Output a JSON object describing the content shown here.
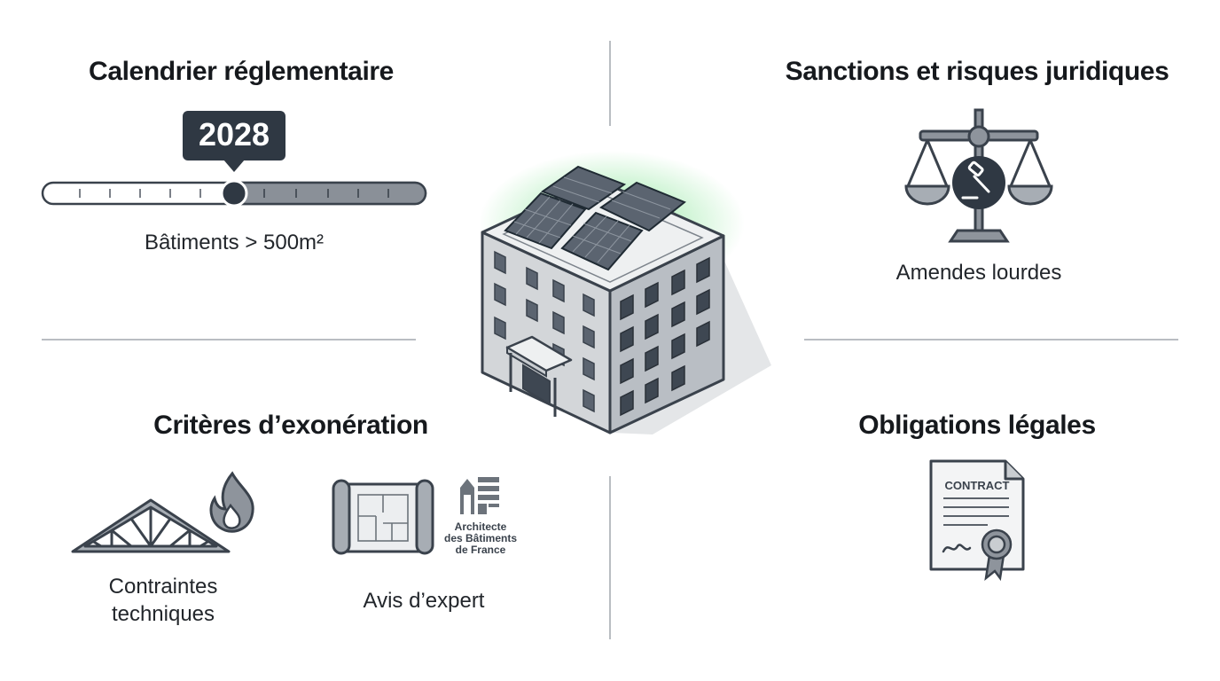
{
  "quadrants": {
    "calendar": {
      "title": "Calendrier réglementaire",
      "year": "2028",
      "caption": "Bâtiments > 500m²"
    },
    "sanctions": {
      "title": "Sanctions et risques juridiques",
      "caption": "Amendes lourdes",
      "icon": "scales-of-justice-icon"
    },
    "exemptions": {
      "title": "Critères d’exonération",
      "items": [
        {
          "caption_line1": "Contraintes",
          "caption_line2": "techniques",
          "icon": "roof-truss-fire-icon"
        },
        {
          "caption": "Avis d’expert",
          "icon": "blueprint-icon"
        }
      ],
      "abf_logo": {
        "line1": "Architecte",
        "line2": "des Bâtiments",
        "line3": "de France"
      }
    },
    "obligations": {
      "title": "Obligations légales",
      "contract_label": "CONTRACT",
      "icon": "contract-document-icon"
    }
  },
  "center": {
    "icon": "building-solar-panels-icon"
  },
  "colors": {
    "dark": "#2f3843",
    "accent_green": "#39d353",
    "line": "#b9bdc2",
    "bar": "#d7dadd"
  }
}
